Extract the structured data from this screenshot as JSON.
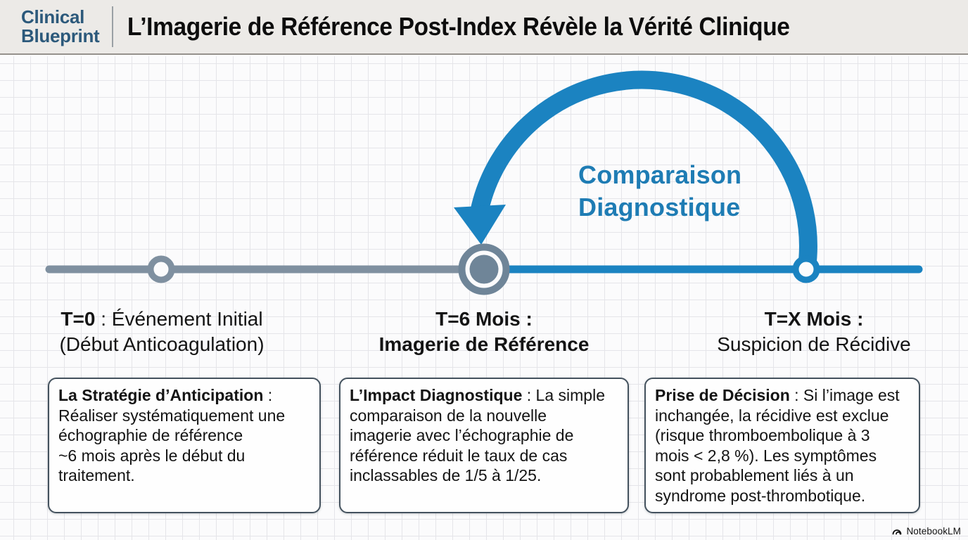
{
  "header": {
    "logo": "Clinical\nBlueprint",
    "title": "L’Imagerie de Référence Post-Index Révèle la Vérité Clinique"
  },
  "arc_label": "Comparaison\nDiagnostique",
  "timeline": {
    "labels": [
      {
        "bold": "T=0",
        "rest": " : Événement Initial\n(Début Anticoagulation)"
      },
      {
        "bold": "T=6 Mois :\nImagerie de Référence",
        "rest": ""
      },
      {
        "bold": "T=X Mois :",
        "rest": "\nSuspicion de Récidive"
      }
    ]
  },
  "boxes": [
    {
      "title": "La Stratégie d’Anticipation",
      "body": " : Réaliser systématiquement une\néchographie de référence\n~6 mois après le début du\ntraitement."
    },
    {
      "title": "L’Impact Diagnostique",
      "body": " : La simple\ncomparaison de la nouvelle\nimagerie avec l’échographie de\nréférence réduit le taux de cas\ninclassables de 1/5 à 1/25."
    },
    {
      "title": "Prise de Décision",
      "body": " : Si l’image est\ninchangée, la récidive est exclue\n(risque thromboembolique à 3\nmois < 2,8 %). Les symptômes\nsont probablement liés à un\nsyndrome post-thrombotique."
    }
  ],
  "watermark": "NotebookLM",
  "colors": {
    "accent_blue": "#1b83c1",
    "arc_text_blue": "#1e7cb4",
    "slate_gray": "#6f8598",
    "timeline_gray": "#7f90a0",
    "logo_blue": "#2c597b",
    "box_border": "#44525e",
    "header_bg": "#eceae7",
    "grid_line": "#e5e5e9"
  }
}
